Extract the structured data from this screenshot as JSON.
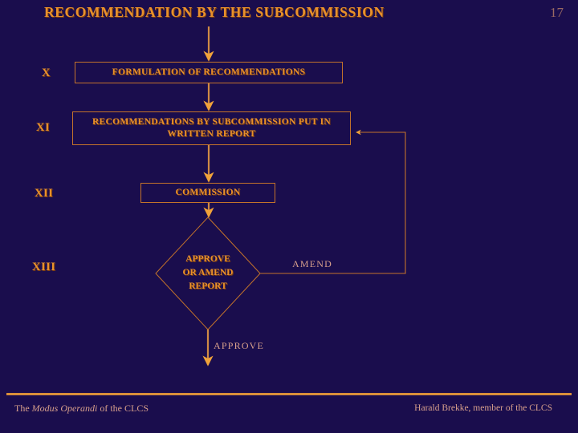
{
  "slide": {
    "title": "RECOMMENDATION BY THE SUBCOMMISSION",
    "page_number": "17",
    "background_color": "#1a0d4d",
    "accent_color": "#e8912c",
    "line_color": "#c4732a",
    "muted_text_color": "#d8a08c"
  },
  "stages": [
    {
      "numeral": "X"
    },
    {
      "numeral": "XI"
    },
    {
      "numeral": "XII"
    },
    {
      "numeral": "XIII"
    }
  ],
  "boxes": [
    {
      "id": "formulation",
      "text": "FORMULATION OF RECOMMENDATIONS"
    },
    {
      "id": "written_report",
      "text": "RECOMMENDATIONS BY SUBCOMMISSION PUT IN WRITTEN REPORT"
    },
    {
      "id": "commission",
      "text": "COMMISSION"
    }
  ],
  "decision": {
    "line1": "APPROVE",
    "line2": "OR AMEND",
    "line3": "REPORT"
  },
  "branches": [
    {
      "id": "amend",
      "label": "AMEND"
    },
    {
      "id": "approve",
      "label": "APPROVE"
    }
  ],
  "footer": {
    "left_prefix": "The",
    "left_italic": "Modus Operandi",
    "left_suffix": "of the CLCS",
    "right": "Harald Brekke, member of the CLCS"
  }
}
